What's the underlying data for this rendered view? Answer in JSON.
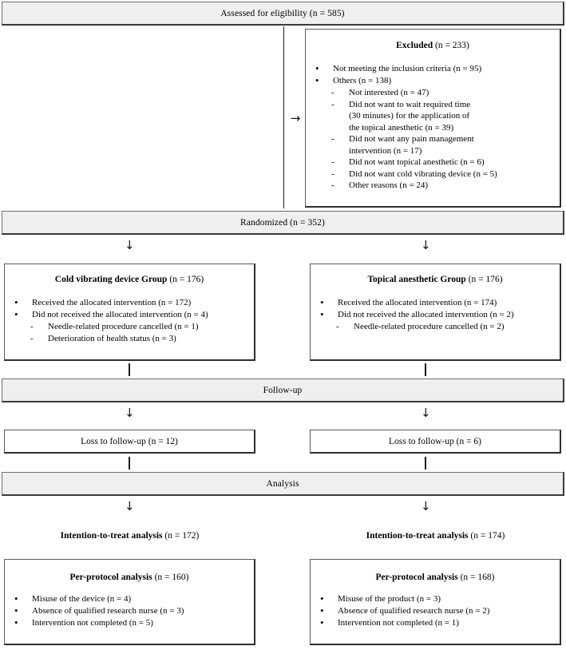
{
  "diagram": {
    "type": "consort-flow-diagram",
    "enrollment": {
      "assessed": {
        "label": "Assessed for eligibility (n = 585)"
      },
      "excluded": {
        "title_bold": "Excluded",
        "title_n": " (n = 233)",
        "items": [
          {
            "level": 1,
            "marker": "bullet",
            "text": "Not meeting the inclusion criteria (n = 95)"
          },
          {
            "level": 1,
            "marker": "bullet",
            "text": "Others (n = 138)"
          },
          {
            "level": 2,
            "marker": "dash",
            "text": "Not interested (n = 47)"
          },
          {
            "level": 2,
            "marker": "dash",
            "text": "Did not want to wait required time",
            "text_line2": "(30 minutes) for the application of",
            "text_line3": "the topical anesthetic (n = 39)"
          },
          {
            "level": 2,
            "marker": "dash",
            "text": "Did not want any pain management",
            "text_line2": "intervention (n = 17)"
          },
          {
            "level": 2,
            "marker": "dash",
            "text": "Did not want topical anesthetic (n = 6)"
          },
          {
            "level": 2,
            "marker": "dash",
            "text": "Did not want cold vibrating device (n = 5)"
          },
          {
            "level": 2,
            "marker": "dash",
            "text": "Other reasons (n = 24)"
          }
        ]
      }
    },
    "randomized": {
      "label": "Randomized (n = 352)"
    },
    "allocation": {
      "left": {
        "title_bold": "Cold vibrating device Group",
        "title_n": " (n = 176)",
        "items": [
          {
            "level": 1,
            "marker": "bullet",
            "text": "Received the allocated intervention (n = 172)"
          },
          {
            "level": 1,
            "marker": "bullet",
            "text": "Did not received the allocated intervention (n = 4)"
          },
          {
            "level": 2,
            "marker": "dash",
            "text": "Needle-related procedure cancelled (n = 1)"
          },
          {
            "level": 2,
            "marker": "dash",
            "text": "Deterioration of health status (n = 3)"
          }
        ]
      },
      "right": {
        "title_bold": "Topical anesthetic Group",
        "title_n": " (n = 176)",
        "items": [
          {
            "level": 1,
            "marker": "bullet",
            "text": "Received the allocated intervention (n = 174)"
          },
          {
            "level": 1,
            "marker": "bullet",
            "text": "Did not received the allocated intervention (n = 2)"
          },
          {
            "level": 2,
            "marker": "dash",
            "text": "Needle-related procedure cancelled (n = 2)"
          }
        ]
      }
    },
    "followup": {
      "band_label": "Follow-up",
      "left": {
        "label": "Loss to follow-up  (n = 12)"
      },
      "right": {
        "label": "Loss to follow-up (n = 6)"
      }
    },
    "analysis": {
      "band_label": "Analysis",
      "left": {
        "itt_bold": "Intention-to-treat analysis",
        "itt_n": " (n = 172)",
        "pp_bold": "Per-protocol analysis",
        "pp_n": " (n = 160)",
        "items": [
          {
            "level": 1,
            "marker": "bullet",
            "text": "Misuse of the device (n = 4)"
          },
          {
            "level": 1,
            "marker": "bullet",
            "text": "Absence of qualified research nurse (n = 3)"
          },
          {
            "level": 1,
            "marker": "bullet",
            "text": "Intervention not completed (n = 5)"
          }
        ]
      },
      "right": {
        "itt_bold": "Intention-to-treat analysis",
        "itt_n": " (n = 174)",
        "pp_bold": "Per-protocol analysis",
        "pp_n": " (n = 168)",
        "items": [
          {
            "level": 1,
            "marker": "bullet",
            "text": "Misuse of the product (n = 3)"
          },
          {
            "level": 1,
            "marker": "bullet",
            "text": "Absence of qualified research nurse (n = 2)"
          },
          {
            "level": 1,
            "marker": "bullet",
            "text": "Intervention not completed (n = 1)"
          }
        ]
      }
    },
    "connectors": {
      "arrow_down_glyph": "↓",
      "arrow_right_glyph": "→"
    },
    "colors": {
      "band_fill": "#efefef",
      "box_fill": "#ffffff",
      "border": "#2e2e2e",
      "text": "#000000"
    }
  }
}
